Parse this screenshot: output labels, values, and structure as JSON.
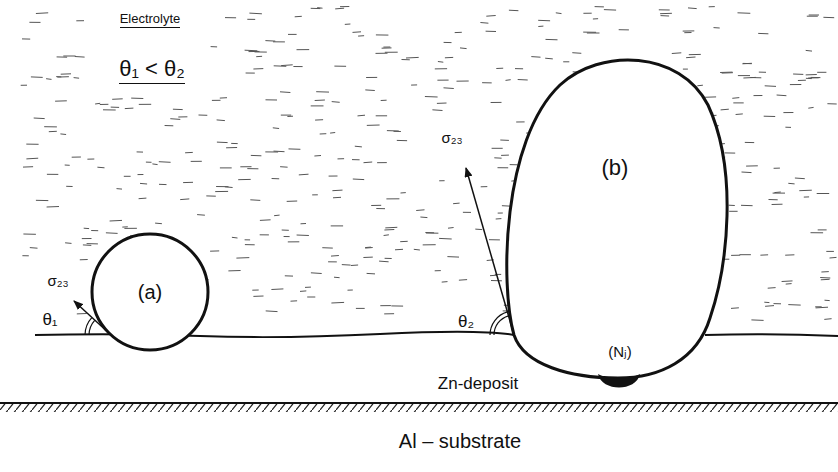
{
  "diagram": {
    "nodes": [
      {
        "text": [
          "(a)"
        ]
      },
      {
        "text": [
          "(b)",
          "(Nⱼ)"
        ]
      }
    ],
    "labels": [
      "Electrolyte",
      "θ₁ < θ₂",
      "σ₂₃",
      "θ₁",
      "σ₂₃",
      "θ₂",
      "Zn-deposit",
      "Al – substrate"
    ]
  }
}
